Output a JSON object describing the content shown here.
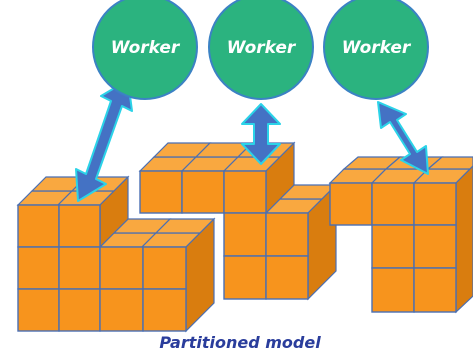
{
  "workers": [
    {
      "label": "Worker"
    },
    {
      "label": "Worker"
    },
    {
      "label": "Worker"
    }
  ],
  "caption": "Partitioned model",
  "colors": {
    "worker_fill": "#2bb37f",
    "cube_front": "#f7941d",
    "arrow_fill": "#4472c4",
    "arrow_outline": "#2bd3e8",
    "caption_text": "#2a3d9c"
  }
}
